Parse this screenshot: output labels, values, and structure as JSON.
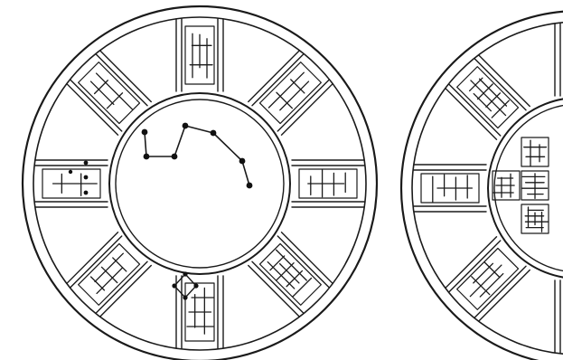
{
  "image": {
    "caption": "",
    "colors": {
      "background": "#ffffff",
      "ink": "#1a1a1a"
    }
  },
  "left_disc": {
    "center_content": "star-chart",
    "panel_glyphs": [
      "seal-script-top",
      "seal-script-top-right",
      "seal-script-right",
      "seal-script-bottom-right",
      "seal-script-bottom",
      "seal-script-bottom-left",
      "seal-script-left",
      "seal-script-top-left"
    ]
  },
  "right_disc": {
    "center_content": "seal-script-characters",
    "cropped": true
  }
}
